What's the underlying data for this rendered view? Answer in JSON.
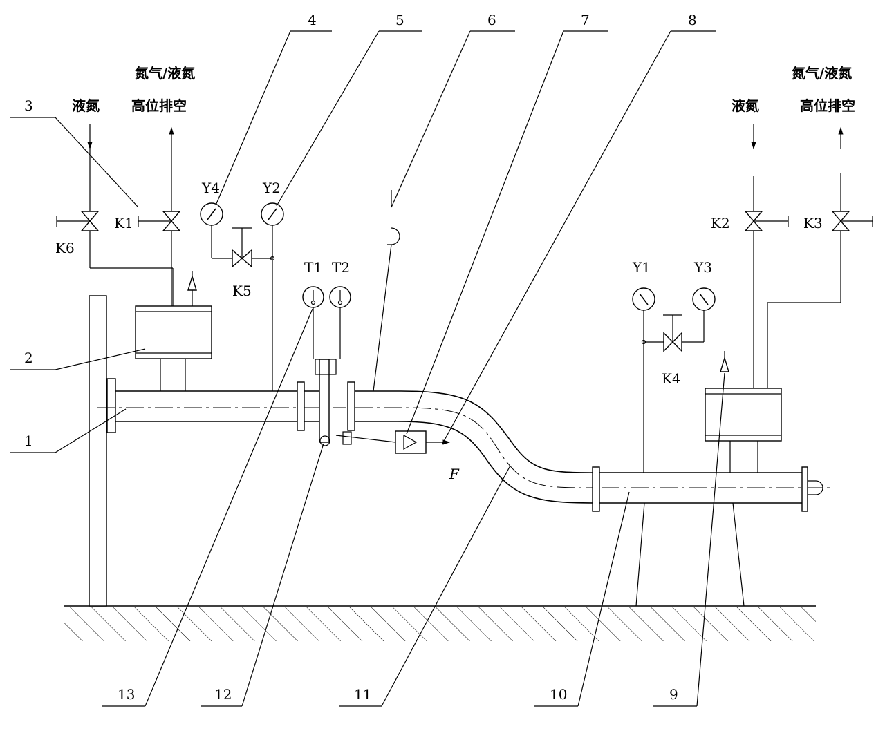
{
  "media": {
    "left_media_top": "氮气/液氮",
    "left_ln2": "液氮",
    "left_vent": "高位排空",
    "right_media_top": "氮气/液氮",
    "right_ln2": "液氮",
    "right_vent": "高位排空"
  },
  "valves": {
    "k1": "K1",
    "k2": "K2",
    "k3": "K3",
    "k4": "K4",
    "k5": "K5",
    "k6": "K6"
  },
  "gauges": {
    "y1": "Y1",
    "y2": "Y2",
    "y3": "Y3",
    "y4": "Y4",
    "t1": "T1",
    "t2": "T2"
  },
  "force_label": "F",
  "callouts": [
    "1",
    "2",
    "3",
    "4",
    "5",
    "6",
    "7",
    "8",
    "9",
    "10",
    "11",
    "12",
    "13"
  ]
}
